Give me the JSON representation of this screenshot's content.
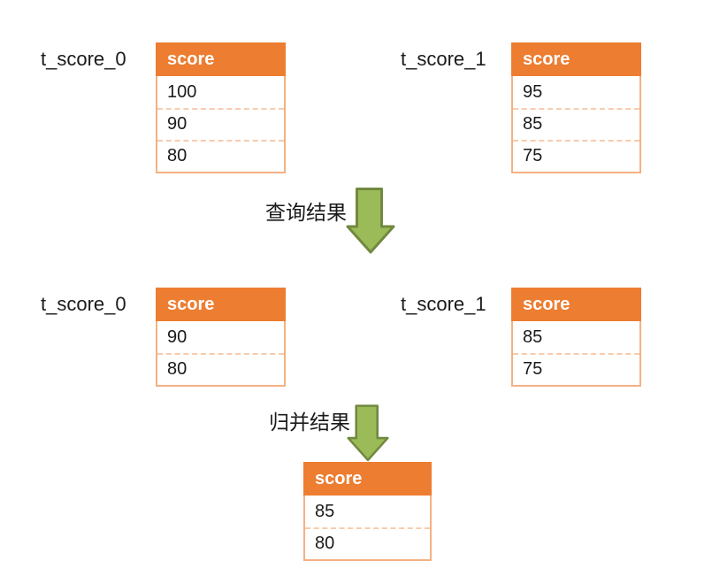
{
  "stage1": {
    "tables": [
      {
        "label": "t_score_0",
        "header": "score",
        "rows": [
          "100",
          "90",
          "80"
        ]
      },
      {
        "label": "t_score_1",
        "header": "score",
        "rows": [
          "95",
          "85",
          "75"
        ]
      }
    ]
  },
  "step1": {
    "label": "查询结果",
    "icon": "down-arrow-icon"
  },
  "stage2": {
    "tables": [
      {
        "label": "t_score_0",
        "header": "score",
        "rows": [
          "90",
          "80"
        ]
      },
      {
        "label": "t_score_1",
        "header": "score",
        "rows": [
          "85",
          "75"
        ]
      }
    ]
  },
  "step2": {
    "label": "归并结果",
    "icon": "down-arrow-icon"
  },
  "result": {
    "header": "score",
    "rows": [
      "85",
      "80"
    ]
  },
  "colors": {
    "header_bg": "#ED7D31",
    "table_border": "#F4B183",
    "row_divider": "#F8CBAD",
    "arrow_fill": "#9BBB59",
    "arrow_stroke": "#71893F",
    "text": "#1A1A1A"
  }
}
